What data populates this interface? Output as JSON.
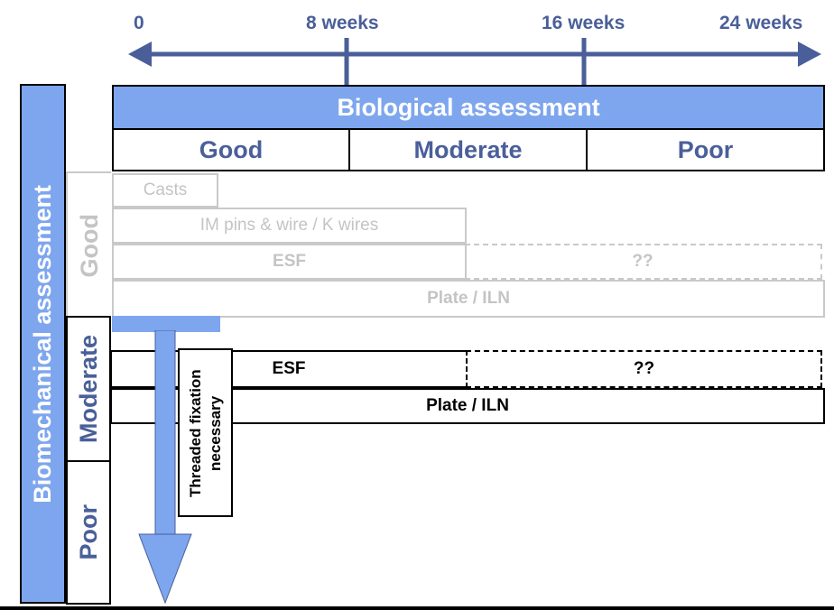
{
  "timeline": {
    "ticks": [
      "0",
      "8 weeks",
      "16 weeks",
      "24 weeks"
    ]
  },
  "biological": {
    "title": "Biological assessment",
    "columns": [
      "Good",
      "Moderate",
      "Poor"
    ]
  },
  "biomechanical": {
    "title": "Biomechanical assessment",
    "rows": [
      "Good",
      "Moderate",
      "Poor"
    ]
  },
  "good_row": {
    "casts": "Casts",
    "im_pins": "IM pins & wire / K wires",
    "esf": "ESF",
    "unknown": "??",
    "plate": "Plate / ILN"
  },
  "moderate_row": {
    "esf": "ESF",
    "unknown": "??",
    "plate": "Plate / ILN"
  },
  "threaded_note": "Threaded fixation necessary",
  "colors": {
    "accent_blue": "#7ea6ee",
    "label_blue": "#4a5f9a",
    "faded_gray": "#c4c4c4"
  }
}
